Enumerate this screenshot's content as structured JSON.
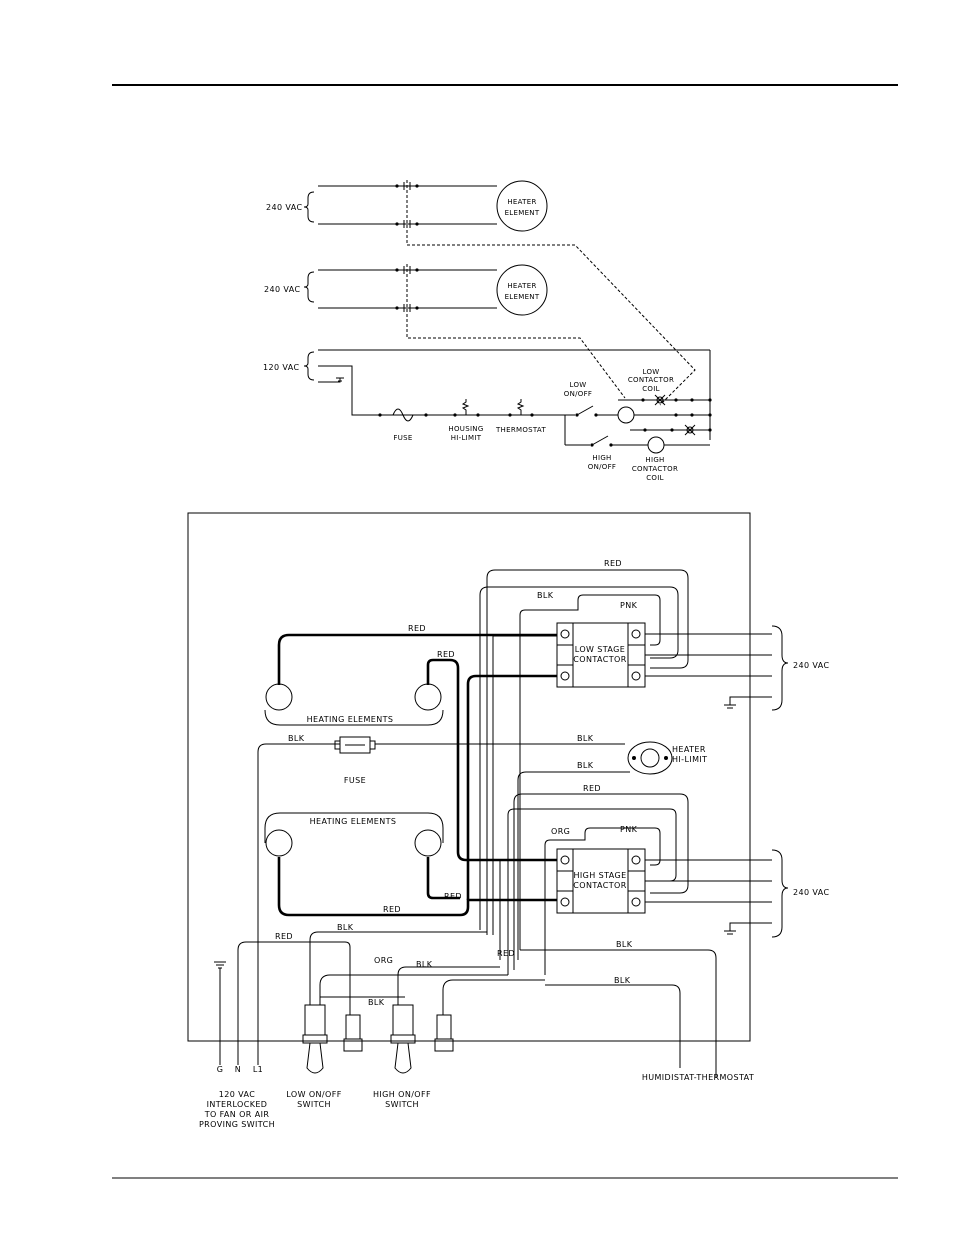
{
  "schematic": {
    "supply_1": "240 VAC",
    "supply_2": "240 VAC",
    "supply_3": "120 VAC",
    "heater_1": [
      "HEATER",
      "ELEMENT"
    ],
    "heater_2": [
      "HEATER",
      "ELEMENT"
    ],
    "fuse": "FUSE",
    "housing_hilimit": [
      "HOUSING",
      "HI-LIMIT"
    ],
    "thermostat": "THERMOSTAT",
    "low_onoff": [
      "LOW",
      "ON/OFF"
    ],
    "low_contactor_coil": [
      "LOW",
      "CONTACTOR",
      "COIL"
    ],
    "high_onoff": [
      "HIGH",
      "ON/OFF"
    ],
    "high_contactor_coil": [
      "HIGH",
      "CONTACTOR",
      "COIL"
    ]
  },
  "wiring": {
    "wire_red": "RED",
    "wire_blk": "BLK",
    "wire_pnk": "PNK",
    "wire_org": "ORG",
    "heating_elements": "HEATING ELEMENTS",
    "fuse": "FUSE",
    "heater_hilimit": [
      "HEATER",
      "HI-LIMIT"
    ],
    "low_stage_contactor": [
      "LOW STAGE",
      "CONTACTOR"
    ],
    "high_stage_contactor": [
      "HIGH STAGE",
      "CONTACTOR"
    ],
    "supply_low": "240 VAC",
    "supply_high": "240 VAC",
    "terminal_g": "G",
    "terminal_n": "N",
    "terminal_l1": "L1",
    "interlock_note": [
      "120 VAC",
      "INTERLOCKED",
      "TO FAN OR AIR",
      "PROVING SWITCH"
    ],
    "low_switch": [
      "LOW ON/OFF",
      "SWITCH"
    ],
    "high_switch": [
      "HIGH ON/OFF",
      "SWITCH"
    ],
    "humidistat": "HUMIDISTAT-THERMOSTAT"
  }
}
